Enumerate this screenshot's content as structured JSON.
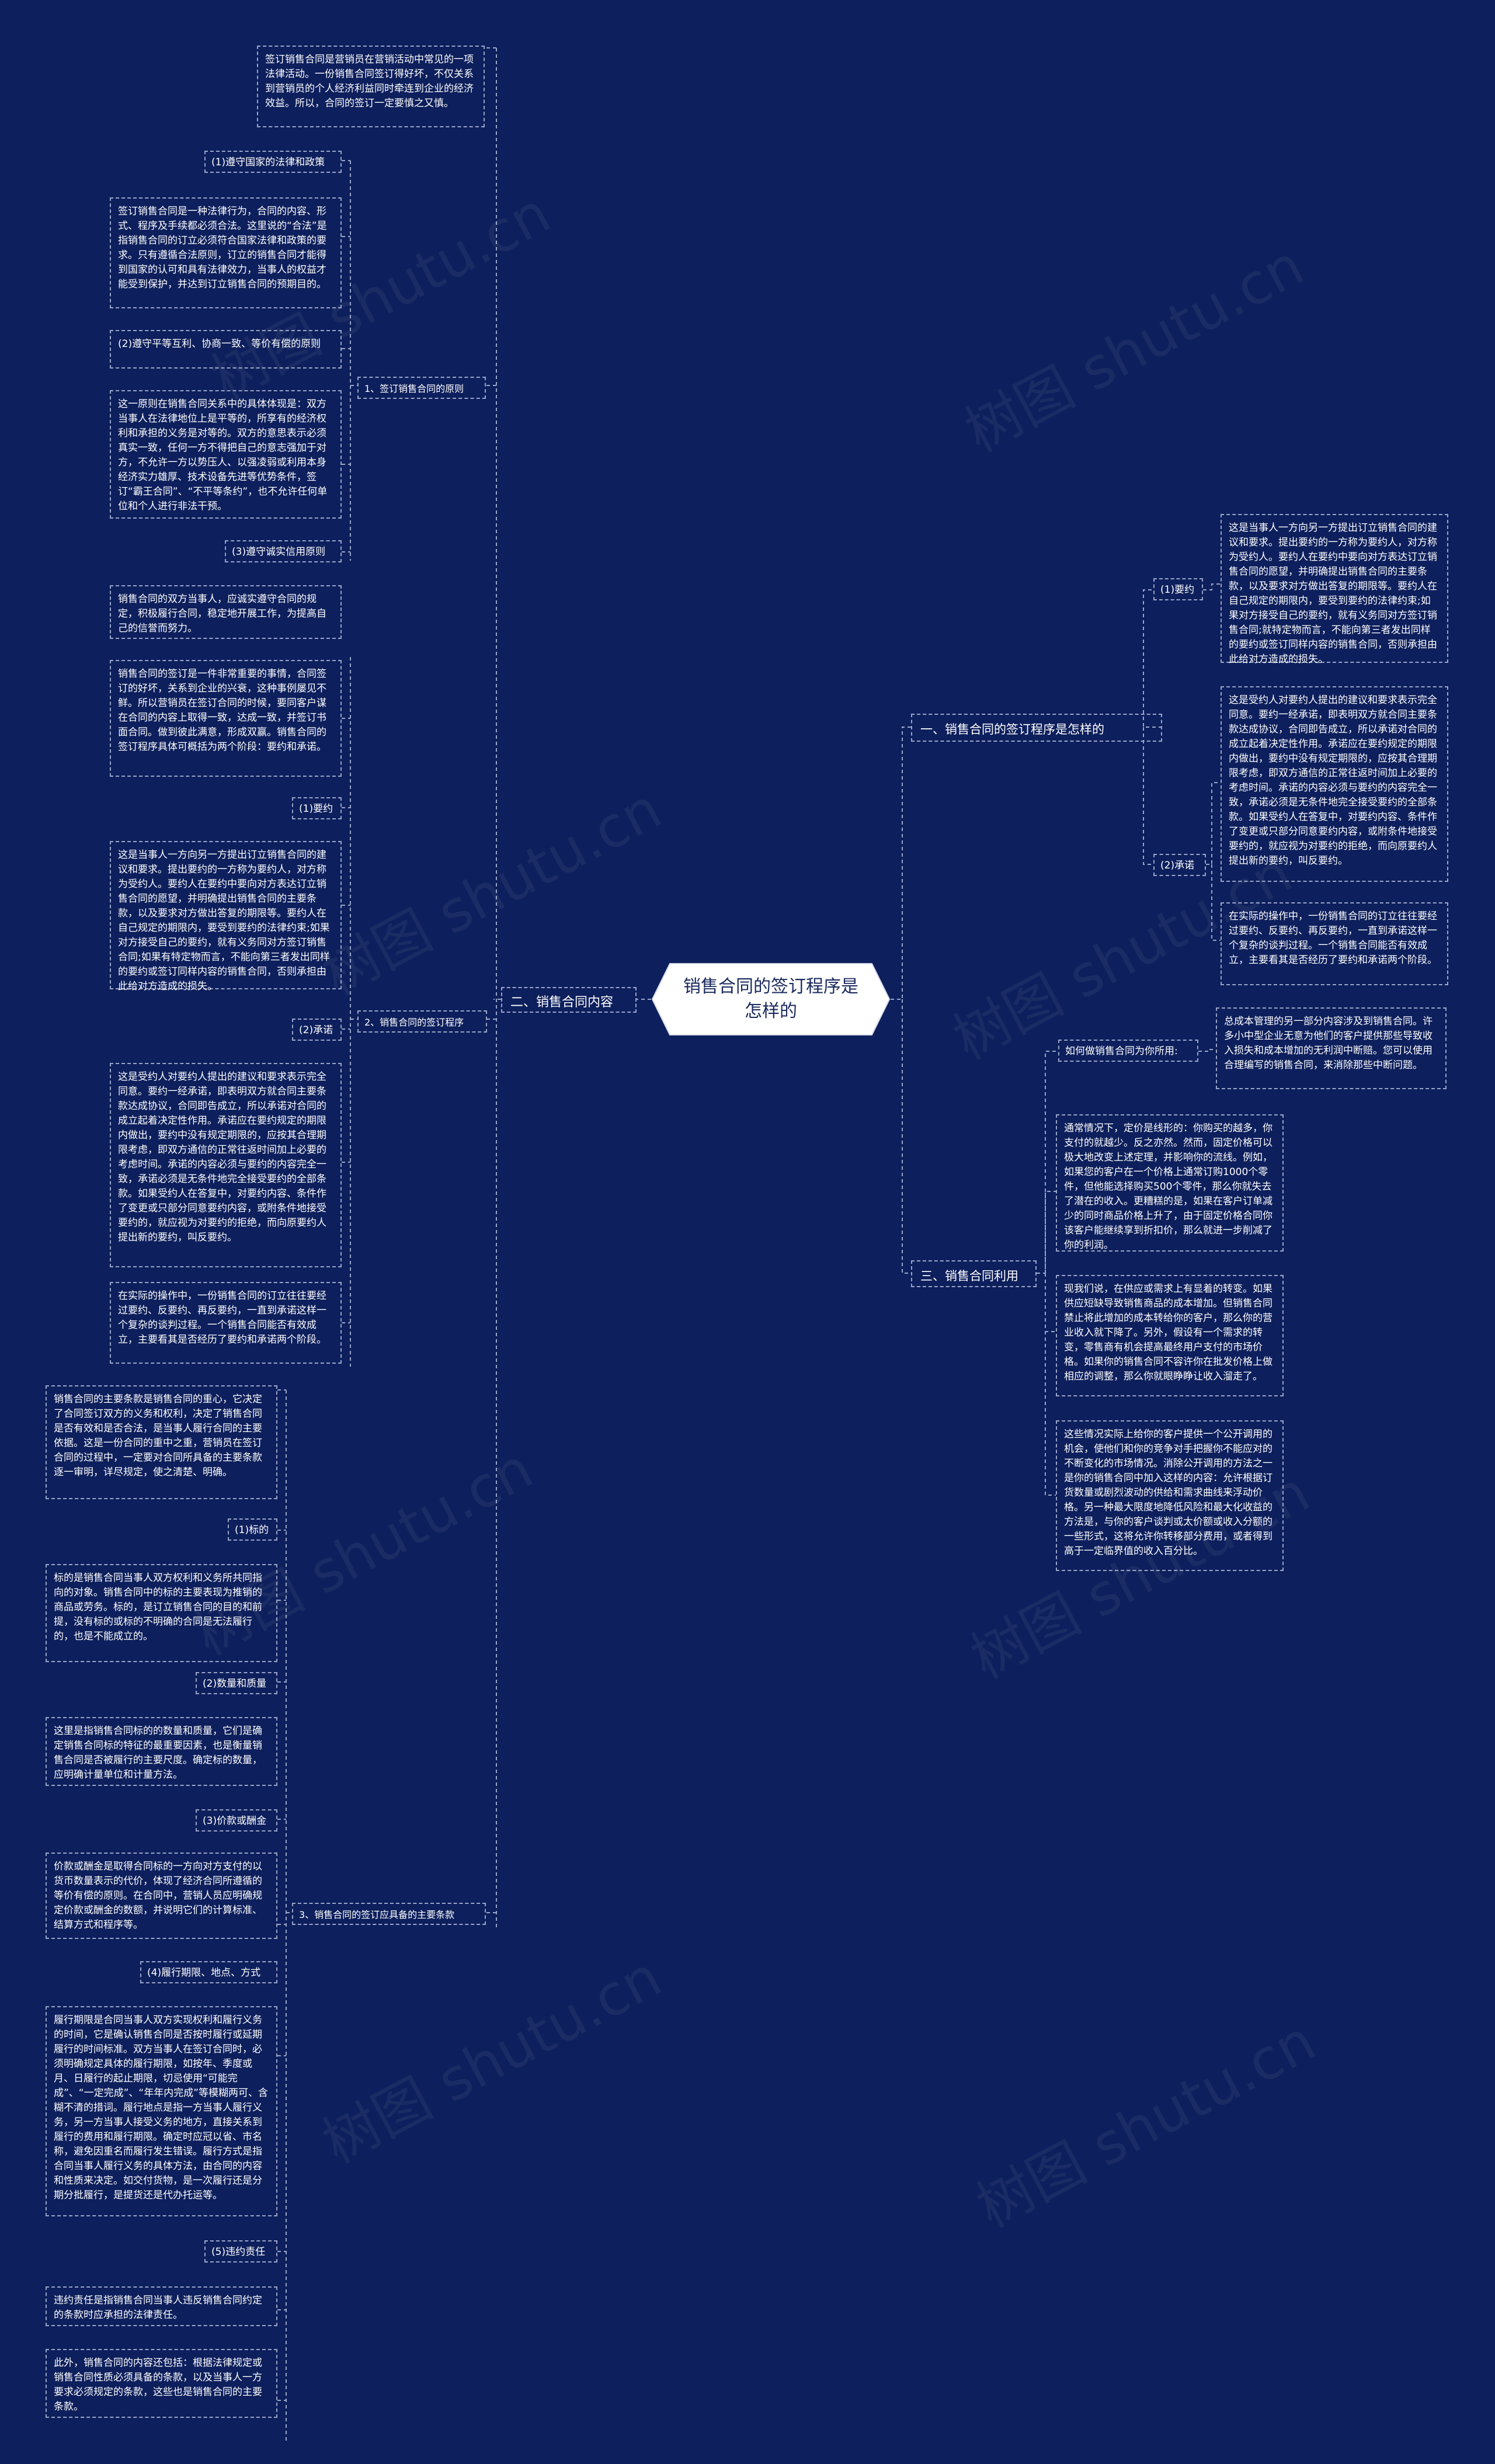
{
  "root": "销售合同的签订程序是怎样的",
  "watermark": "树图 shutu.cn",
  "left": {
    "branch": "二、销售合同内容",
    "intro": "签订销售合同是营销员在营销活动中常见的一项法律活动。一份销售合同签订得好坏，不仅关系到营销员的个人经济利益同时牵连到企业的经济效益。所以，合同的签订一定要慎之又慎。",
    "s1": {
      "title": "1、签订销售合同的原则",
      "p1_title": "(1)遵守国家的法律和政策",
      "p1_text": "签订销售合同是一种法律行为，合同的内容、形式、程序及手续都必须合法。这里说的“合法”是指销售合同的订立必须符合国家法律和政策的要求。只有遵循合法原则，订立的销售合同才能得到国家的认可和具有法律效力，当事人的权益才能受到保护，并达到订立销售合同的预期目的。",
      "p2_title": "(2)遵守平等互利、协商一致、等价有偿的原则",
      "p2_text": "这一原则在销售合同关系中的具体体现是：双方当事人在法律地位上是平等的，所享有的经济权利和承担的义务是对等的。双方的意思表示必须真实一致，任何一方不得把自己的意志强加于对方，不允许一方以势压人、以强凌弱或利用本身经济实力雄厚、技术设备先进等优势条件，签订“霸王合同”、“不平等条约”，也不允许任何单位和个人进行非法干预。",
      "p3_title": "(3)遵守诚实信用原则",
      "p3_text": "销售合同的双方当事人，应诚实遵守合同的规定，积极履行合同，稳定地开展工作，为提高自己的信誉而努力。"
    },
    "s2": {
      "title": "2、销售合同的签订程序",
      "intro": "销售合同的签订是一件非常重要的事情，合同签订的好坏，关系到企业的兴衰，这种事例屡见不鲜。所以营销员在签订合同的时候，要同客户谋在合同的内容上取得一致，达成一致，并签订书面合同。做到彼此满意，形成双赢。销售合同的签订程序具体可概括为两个阶段：要约和承诺。",
      "yy_title": "(1)要约",
      "yy_text": "这是当事人一方向另一方提出订立销售合同的建议和要求。提出要约的一方称为要约人，对方称为受约人。要约人在要约中要向对方表达订立销售合同的愿望，并明确提出销售合同的主要条款，以及要求对方做出答复的期限等。要约人在自己规定的期限内，要受到要约的法律约束;如果对方接受自己的要约，就有义务同对方签订销售合同;如果有特定物而言，不能向第三者发出同样的要约或签订同样内容的销售合同，否则承担由此给对方造成的损失。",
      "cn_title": "(2)承诺",
      "cn_text1": "这是受约人对要约人提出的建议和要求表示完全同意。要约一经承诺，即表明双方就合同主要条款达成协议，合同即告成立，所以承诺对合同的成立起着决定性作用。承诺应在要约规定的期限内做出，要约中没有规定期限的，应按其合理期限考虑，即双方通信的正常往返时间加上必要的考虑时间。承诺的内容必须与要约的内容完全一致，承诺必须是无条件地完全接受要约的全部条款。如果受约人在答复中，对要约内容、条件作了变更或只部分同意要约内容，或附条件地接受要约的，就应视为对要约的拒绝，而向原要约人提出新的要约，叫反要约。",
      "cn_text2": "在实际的操作中，一份销售合同的订立往往要经过要约、反要约、再反要约，一直到承诺这样一个复杂的谈判过程。一个销售合同能否有效成立，主要看其是否经历了要约和承诺两个阶段。"
    },
    "s3": {
      "title": "3、销售合同的签订应具备的主要条款",
      "intro": "销售合同的主要条款是销售合同的重心，它决定了合同签订双方的义务和权利，决定了销售合同是否有效和是否合法，是当事人履行合同的主要依据。这是一份合同的重中之重，营销员在签订合同的过程中，一定要对合同所具备的主要条款逐一审明，详尽规定，使之清楚、明确。",
      "bd_title": "(1)标的",
      "bd_text": "标的是销售合同当事人双方权利和义务所共同指向的对象。销售合同中的标的主要表现为推销的商品或劳务。标的，是订立销售合同的目的和前提，没有标的或标的不明确的合同是无法履行的，也是不能成立的。",
      "sl_title": "(2)数量和质量",
      "sl_text": "这里是指销售合同标的的数量和质量，它们是确定销售合同标的特征的最重要因素，也是衡量销售合同是否被履行的主要尺度。确定标的数量，应明确计量单位和计量方法。",
      "jk_title": "(3)价款或酬金",
      "jk_text": "价款或酬金是取得合同标的一方向对方支付的以货币数量表示的代价，体现了经济合同所遵循的等价有偿的原则。在合同中，营销人员应明确规定价款或酬金的数额，并说明它们的计算标准、结算方式和程序等。",
      "lx_title": "(4)履行期限、地点、方式",
      "lx_text": "履行期限是合同当事人双方实现权利和履行义务的时间，它是确认销售合同是否按时履行或延期履行的时间标准。双方当事人在签订合同时，必须明确规定具体的履行期限，如按年、季度或月、日履行的起止期限，切忌使用“可能完成”、“一定完成”、“年年内完成”等模糊两可、含糊不清的措词。履行地点是指一方当事人履行义务，另一方当事人接受义务的地方，直接关系到履行的费用和履行期限。确定时应冠以省、市名称，避免因重名而履行发生错误。履行方式是指合同当事人履行义务的具体方法，由合同的内容和性质来决定。如交付货物，是一次履行还是分期分批履行，是提货还是代办托运等。",
      "wy_title": "(5)违约责任",
      "wy_text": "违约责任是指销售合同当事人违反销售合同约定的条款时应承担的法律责任。",
      "closing": "此外，销售合同的内容还包括：根据法律规定或销售合同性质必须具备的条款，以及当事人一方要求必须规定的条款，这些也是销售合同的主要条款。"
    }
  },
  "right": {
    "b1": {
      "title": "一、销售合同的签订程序是怎样的",
      "yy_title": "(1)要约",
      "yy_text": "这是当事人一方向另一方提出订立销售合同的建议和要求。提出要约的一方称为要约人，对方称为受约人。要约人在要约中要向对方表达订立销售合同的愿望，并明确提出销售合同的主要条款，以及要求对方做出答复的期限等。要约人在自己规定的期限内，要受到要约的法律约束;如果对方接受自己的要约，就有义务同对方签订销售合同;就特定物而言，不能向第三者发出同样的要约或签订同样内容的销售合同，否则承担由此给对方造成的损失。",
      "cn_title": "(2)承诺",
      "cn_text1": "这是受约人对要约人提出的建议和要求表示完全同意。要约一经承诺，即表明双方就合同主要条款达成协议，合同即告成立，所以承诺对合同的成立起着决定性作用。承诺应在要约规定的期限内做出，要约中没有规定期限的，应按其合理期限考虑，即双方通信的正常往返时间加上必要的考虑时间。承诺的内容必须与要约的内容完全一致，承诺必须是无条件地完全接受要约的全部条款。如果受约人在答复中，对要约内容、条件作了变更或只部分同意要约内容，或附条件地接受要约的，就应视为对要约的拒绝，而向原要约人提出新的要约，叫反要约。",
      "cn_text2": "在实际的操作中，一份销售合同的订立往往要经过要约、反要约、再反要约，一直到承诺这样一个复杂的谈判过程。一个销售合同能否有效成立，主要看其是否经历了要约和承诺两个阶段。"
    },
    "b3": {
      "title": "三、销售合同利用",
      "sub_title": "如何做销售合同为你所用:",
      "sub_text": "总成本管理的另一部分内容涉及到销售合同。许多小中型企业无意为他们的客户提供那些导致收入损失和成本增加的无利润中断赔。您可以使用合理编写的销售合同，来消除那些中断问题。",
      "t1": "通常情况下，定价是线形的：你购买的越多，你支付的就越少。反之亦然。然而，固定价格可以极大地改变上述定理，并影响你的流线。例如，如果您的客户在一个价格上通常订购1000个零件，但他能选择购买500个零件，那么你就失去了潜在的收入。更糟糕的是，如果在客户订单减少的同时商品价格上升了，由于固定价格合同你该客户能继续享到折扣价，那么就进一步削减了你的利润。",
      "t2": "现我们说，在供应或需求上有显着的转变。如果供应短缺导致销售商品的成本增加。但销售合同禁止将此增加的成本转给你的客户，那么你的营业收入就下降了。另外，假设有一个需求的转变，零售商有机会提高最终用户支付的市场价格。如果你的销售合同不容许你在批发价格上做相应的调整，那么你就眼睁睁让收入溜走了。",
      "t3": "这些情况实际上给你的客户提供一个公开调用的机会，使他们和你的竞争对手把握你不能应对的不断变化的市场情况。消除公开调用的方法之一是你的销售合同中加入这样的内容：允许根据订货数量或剧烈波动的供给和需求曲线来浮动价格。另一种最大限度地降低风险和最大化收益的方法是，与你的客户谈判或太价额或收入分额的一些形式，这将允许你转移部分费用，或者得到高于一定临界值的收入百分比。"
    }
  }
}
